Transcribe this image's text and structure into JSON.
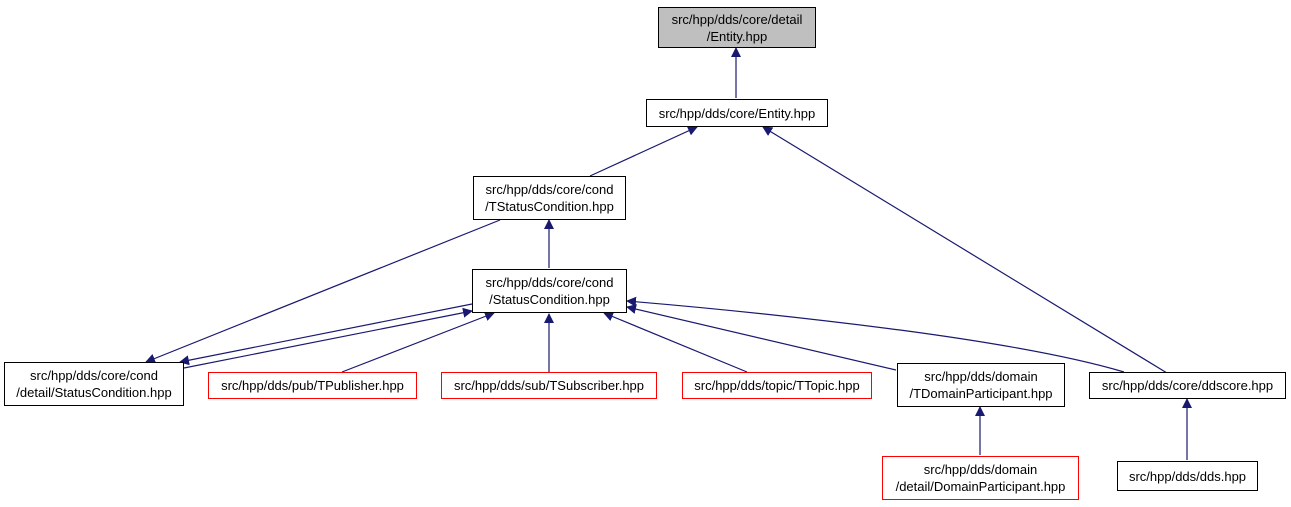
{
  "colors": {
    "edge": "#191970",
    "node_border": "#000000",
    "incomplete_border": "#ff0000",
    "focus_fill": "#bfbfbf"
  },
  "nodes": {
    "detail_entity": {
      "label": "src/hpp/dds/core/detail\n/Entity.hpp"
    },
    "core_entity": {
      "label": "src/hpp/dds/core/Entity.hpp"
    },
    "tstatuscondition": {
      "label": "src/hpp/dds/core/cond\n/TStatusCondition.hpp"
    },
    "statuscondition": {
      "label": "src/hpp/dds/core/cond\n/StatusCondition.hpp"
    },
    "detail_statuscondition": {
      "label": "src/hpp/dds/core/cond\n/detail/StatusCondition.hpp"
    },
    "tpublisher": {
      "label": "src/hpp/dds/pub/TPublisher.hpp"
    },
    "tsubscriber": {
      "label": "src/hpp/dds/sub/TSubscriber.hpp"
    },
    "ttopic": {
      "label": "src/hpp/dds/topic/TTopic.hpp"
    },
    "tdomainparticipant": {
      "label": "src/hpp/dds/domain\n/TDomainParticipant.hpp"
    },
    "ddscore": {
      "label": "src/hpp/dds/core/ddscore.hpp"
    },
    "domainparticipant": {
      "label": "src/hpp/dds/domain\n/detail/DomainParticipant.hpp"
    },
    "dds": {
      "label": "src/hpp/dds/dds.hpp"
    }
  }
}
